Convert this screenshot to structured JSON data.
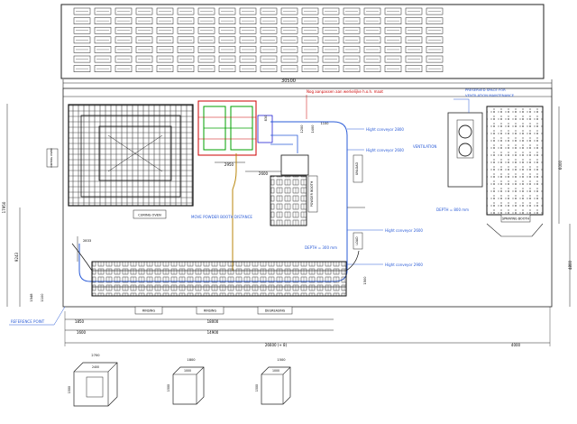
{
  "drawing": {
    "notes": {
      "red_note": "Nog aanpassen aan werkelijke h.o.h. maat",
      "preserved": [
        "PRESERVED SPACE FOR",
        "VENTILATION MAINTENANCE"
      ],
      "ventilation": "VENTILATION",
      "move_booth": "MOVE POWDER BOOTH DISTANCE",
      "reference_point": "REFERENCE POINT"
    },
    "labels": {
      "curing_oven": "CURING OVEN",
      "spraying_booth": "SPRAYING BOOTH",
      "powder_booth": "POWDER BOOTH",
      "unload": "UNLOAD",
      "load": "LOAD",
      "rinsing_1": "RINSING",
      "rinsing_2": "RINSING",
      "degreasing": "DEGREASING",
      "drying_oven": "DRYING OVEN"
    },
    "conveyors": {
      "c1": "Hight conveyor 2800",
      "c2": "Hight conveyor 2600",
      "c3": "Hight conveyor 2600",
      "c4": "Hight conveyor 2900"
    },
    "depths": {
      "d1": "DEPTH = 800 mm",
      "d2": "DEPTH = 300 mm"
    },
    "dimensions": {
      "top_width": "30500",
      "d2950": "2950",
      "d2600": "2600",
      "d830": "830",
      "d1200": "1200",
      "d1400": "1400",
      "d1100": "1100",
      "h17950": "17950",
      "h9243": "9243",
      "h2833": "2833",
      "h1548": "1548",
      "h1100": "1100",
      "h1500": "1500",
      "r6000": "6000",
      "r4800": "4800",
      "b1850": "1850",
      "b18000": "18000",
      "b1600": "1600",
      "b14900": "14900",
      "total": "26600 (+ 8)",
      "right_4000": "4000"
    },
    "details": {
      "det1_top": "2700",
      "det1_inner": "2400",
      "det1_side": "1500",
      "det2_top": "1800",
      "det2_inner": "1000",
      "det2_side": "1500",
      "det3_top": "1500",
      "det3_inner": "1000",
      "det3_side": "1500"
    }
  }
}
